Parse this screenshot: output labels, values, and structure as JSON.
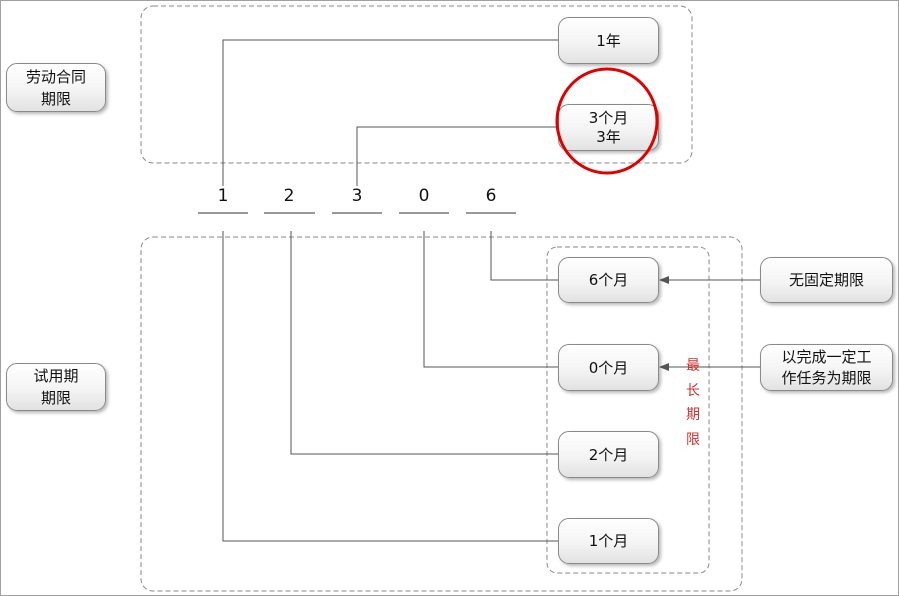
{
  "contract_term": {
    "label_lines": [
      "劳动合同",
      "期限"
    ],
    "options": [
      {
        "label_lines": [
          "1年"
        ]
      },
      {
        "label_lines": [
          "3个月",
          "3年"
        ]
      }
    ]
  },
  "digits": [
    "1",
    "2",
    "3",
    "0",
    "6"
  ],
  "probation": {
    "label_lines": [
      "试用期",
      "期限"
    ],
    "options": [
      "6个月",
      "0个月",
      "2个月",
      "1个月"
    ],
    "max_label": "最长期限"
  },
  "conditions": [
    {
      "label_lines": [
        "无固定期限"
      ]
    },
    {
      "label_lines": [
        "以完成一定工",
        "作任务为期限"
      ]
    }
  ],
  "colors": {
    "highlight_circle": "#e00000",
    "max_label_text": "#d03030",
    "connector": "#555555",
    "dashed_group": "#8a8a8a"
  }
}
